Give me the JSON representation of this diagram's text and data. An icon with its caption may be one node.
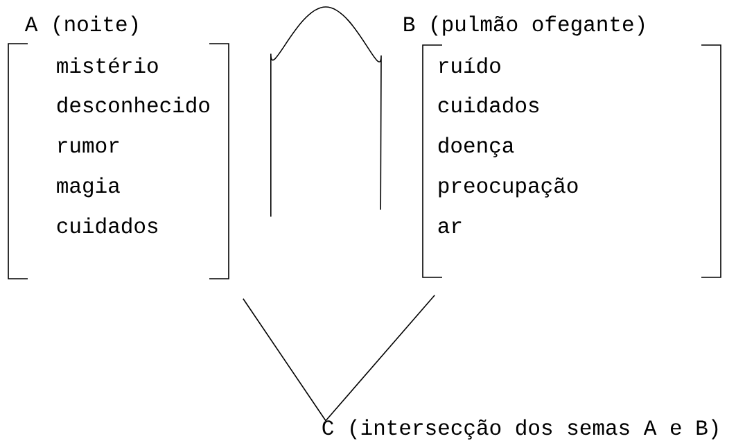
{
  "diagram": {
    "nodes": [
      {
        "text": [
          "A (noite)",
          "mistério",
          "desconhecido",
          "rumor",
          "magia",
          "cuidados"
        ]
      },
      {
        "text": [
          "B (pulmão ofegante)",
          "ruído",
          "cuidados",
          "doença",
          "preocupação",
          "ar"
        ]
      },
      {
        "text": [
          "C (intersecção dos semas A e B)"
        ]
      }
    ],
    "edges": [
      {
        "from": 0,
        "to": 1,
        "arrow": "none"
      },
      {
        "from": 0,
        "to": 2,
        "arrow": "none"
      },
      {
        "from": 1,
        "to": 2,
        "arrow": "none"
      }
    ]
  }
}
